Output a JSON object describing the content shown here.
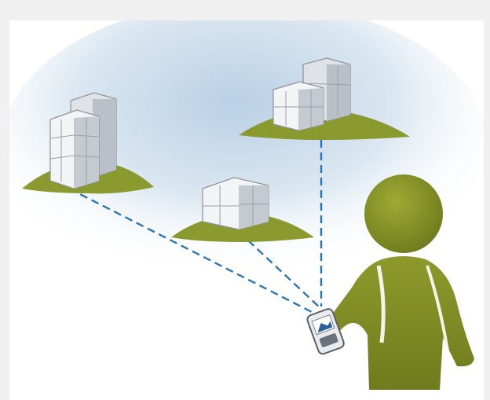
{
  "diagram": {
    "nodes": [
      {
        "id": "building-left",
        "kind": "office-building-icon"
      },
      {
        "id": "building-top-right",
        "kind": "office-building-icon"
      },
      {
        "id": "building-center",
        "kind": "office-building-icon"
      },
      {
        "id": "person",
        "kind": "person-icon"
      },
      {
        "id": "handheld-device",
        "kind": "handheld-device-icon"
      }
    ],
    "links": [
      {
        "from": "building-left",
        "to": "handheld-device",
        "style": "dashed"
      },
      {
        "from": "building-center",
        "to": "handheld-device",
        "style": "dashed"
      },
      {
        "from": "building-top-right",
        "to": "handheld-device",
        "style": "dashed"
      }
    ],
    "colors": {
      "hill": "#8a9a2e",
      "person": "#7d8a24",
      "link": "#2a77b8",
      "sky": "#c9dced",
      "building": "#e9ecef"
    }
  }
}
